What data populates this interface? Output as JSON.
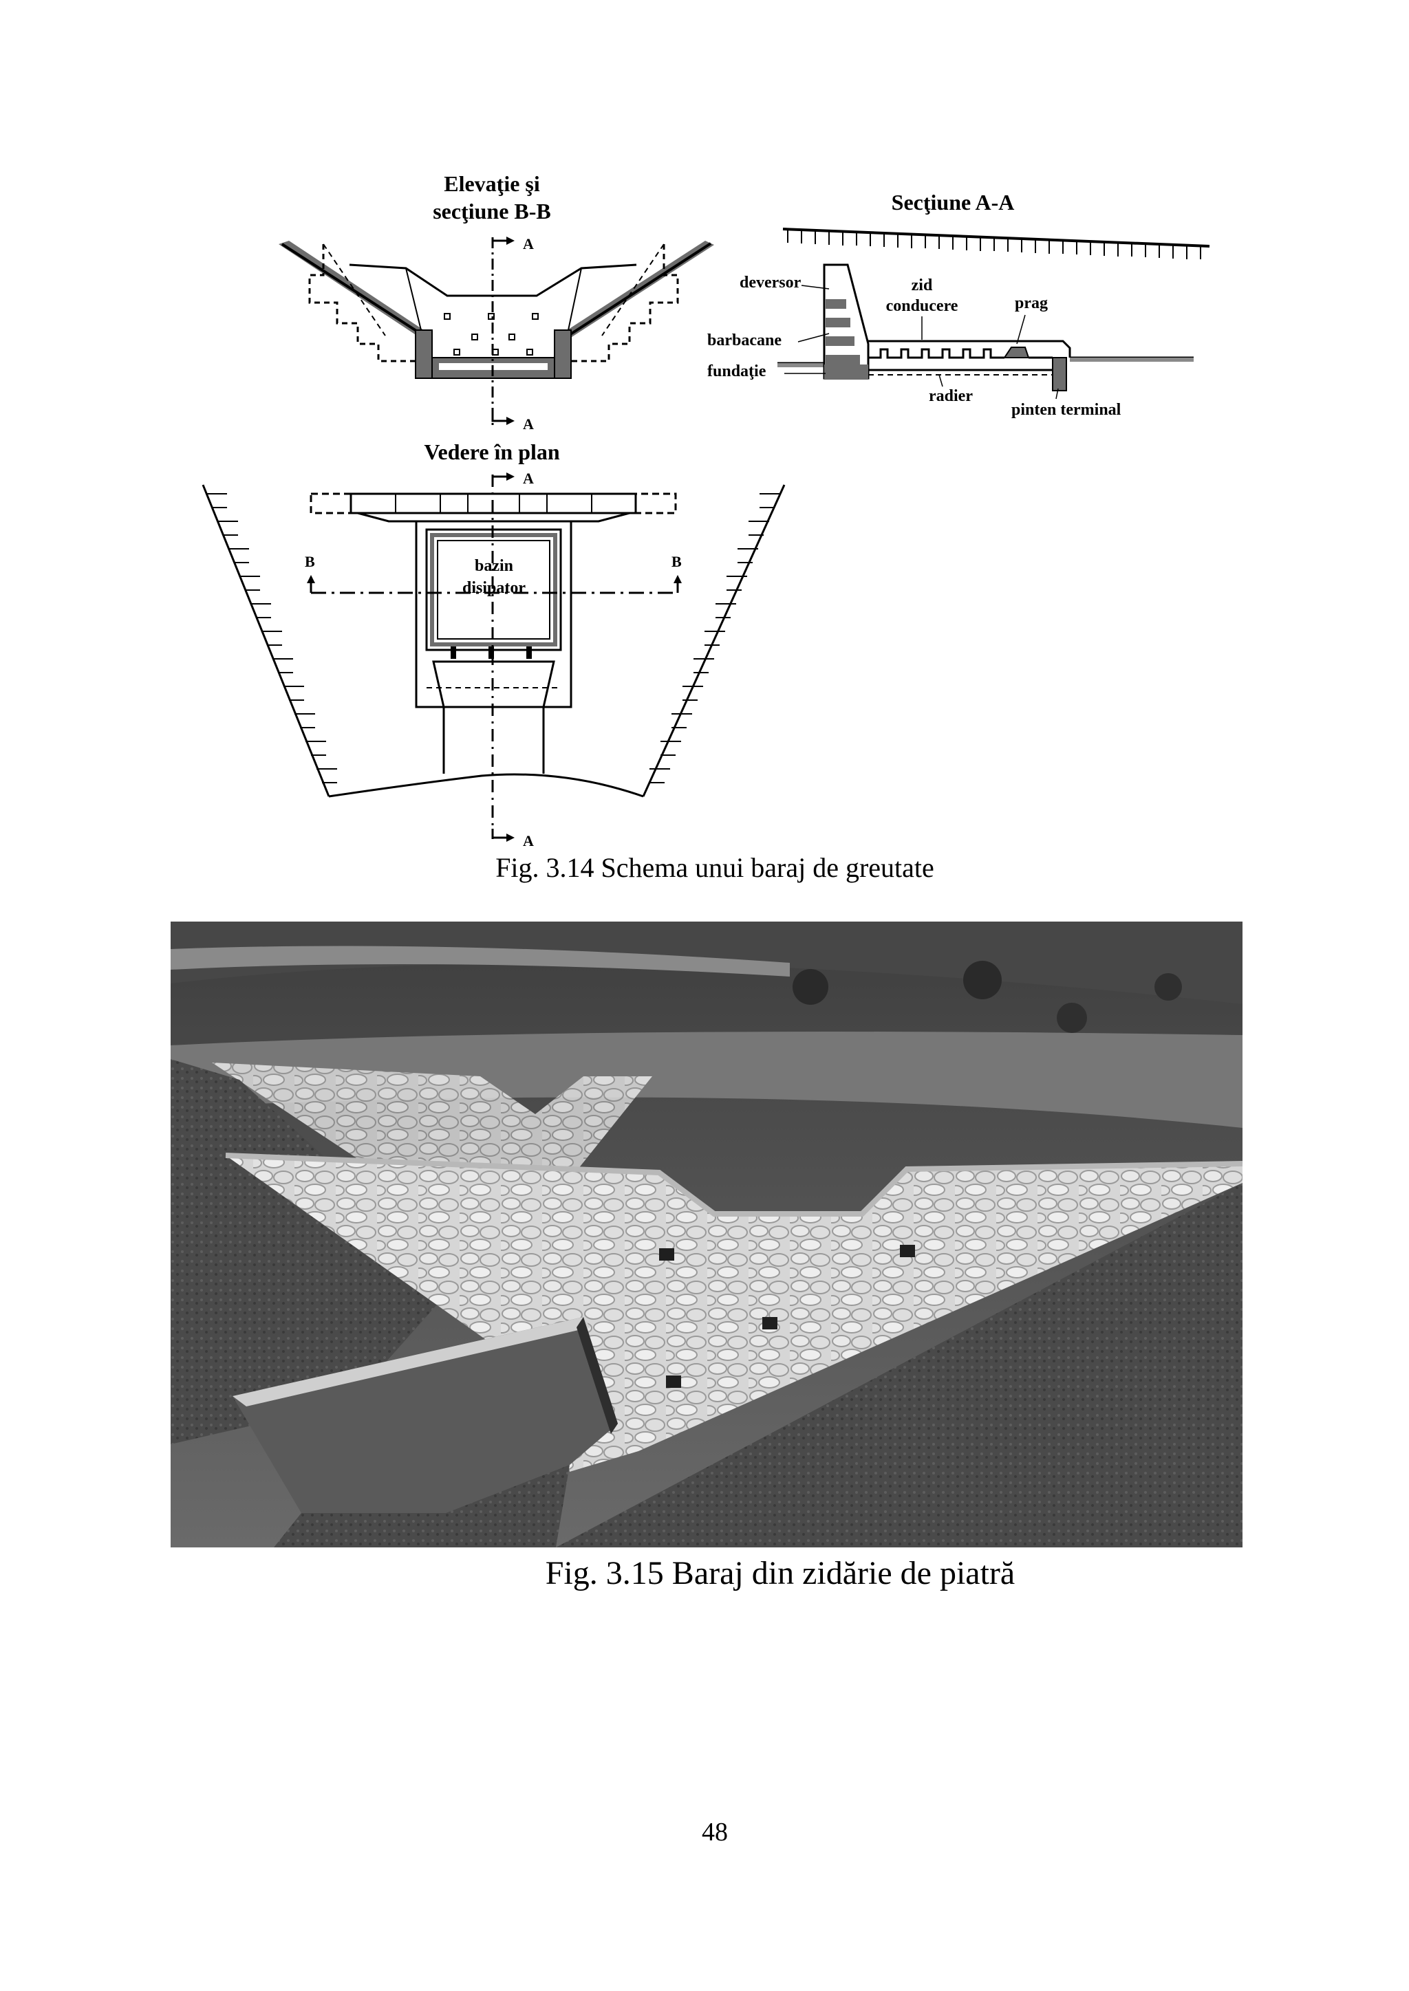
{
  "figure_14": {
    "elevation_title_line1": "Elevaţie şi",
    "elevation_title_line2": "secţiune B-B",
    "section_title": "Secţiune A-A",
    "plan_title": "Vedere în plan",
    "marker_a": "A",
    "marker_b": "B",
    "labels": {
      "deversor": "deversor",
      "zid": "zid",
      "conducere": "conducere",
      "prag": "prag",
      "barbacane": "barbacane",
      "fundatie": "fundaţie",
      "radier": "radier",
      "pinten_terminal": "pinten terminal",
      "bazin": "bazin",
      "disipator": "disipator"
    },
    "caption": "Fig. 3.14 Schema unui baraj de greutate"
  },
  "figure_15": {
    "caption": "Fig. 3.15 Baraj din zidărie de piatră"
  },
  "page_number": "48"
}
